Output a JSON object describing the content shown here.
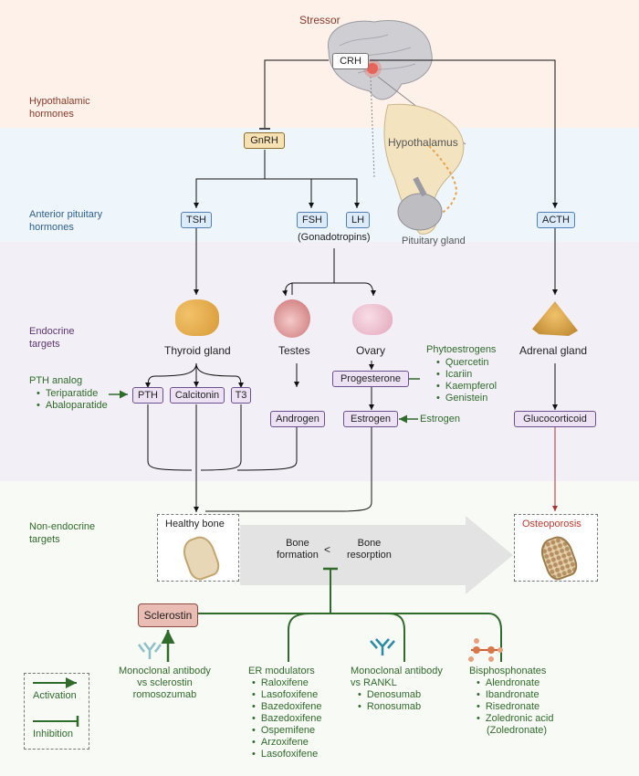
{
  "levels": {
    "hypothalamic": "Hypothalamic\nhormones",
    "pituitary": "Anterior pituitary\nhormones",
    "endocrine": "Endocrine\ntargets",
    "nonendocrine": "Non-endocrine\ntargets"
  },
  "top": {
    "stressor": "Stressor",
    "crh": "CRH",
    "hypothalamus": "Hypothalamus",
    "pituitary_gland": "Pituitary gland"
  },
  "hormones": {
    "gnrh": "GnRH",
    "tsh": "TSH",
    "fsh": "FSH",
    "lh": "LH",
    "gonadotropins": "(Gonadotropins)",
    "acth": "ACTH"
  },
  "organs": {
    "thyroid": "Thyroid gland",
    "testes": "Testes",
    "ovary": "Ovary",
    "adrenal": "Adrenal gland"
  },
  "products": {
    "pth": "PTH",
    "calcitonin": "Calcitonin",
    "t3": "T3",
    "androgen": "Androgen",
    "progesterone": "Progesterone",
    "estrogen": "Estrogen",
    "glucocorticoid": "Glucocorticoid"
  },
  "pth_analog": {
    "title": "PTH analog",
    "items": [
      "Teriparatide",
      "Abaloparatide"
    ]
  },
  "phytoestrogens": {
    "title": "Phytoestrogens",
    "items": [
      "Quercetin",
      "Icariin",
      "Kaempferol",
      "Genistein"
    ]
  },
  "estrogen_label": "Estrogen",
  "bone": {
    "healthy": "Healthy bone",
    "osteoporosis": "Osteoporosis",
    "formation": "Bone\nformation",
    "lt": "<",
    "resorption": "Bone\nresorption"
  },
  "sclerostin": "Sclerostin",
  "drugs": {
    "mab_sclerostin": "Monoclonal antibody\nvs sclerostin\nromosozumab",
    "er_title": "ER modulators",
    "er_items": [
      "Raloxifene",
      "Lasofoxifene",
      "Bazedoxifene",
      "Bazedoxifene",
      "Ospemifene",
      "Arzoxifene",
      "Lasofoxifene"
    ],
    "mab_rankl_title": "Monoclonal antibody\nvs RANKL",
    "mab_rankl_items": [
      "Denosumab",
      "Ronosumab"
    ],
    "bis_title": "Bisphosphonates",
    "bis_items": [
      "Alendronate",
      "Ibandronate",
      "Risedronate",
      "Zoledronic acid",
      "(Zoledronate)"
    ]
  },
  "legend": {
    "activation": "Activation",
    "inhibition": "Inhibition"
  },
  "colors": {
    "green": "#2f6b2a",
    "brown": "#8a3a2a",
    "blue_text": "#2d5f8f",
    "purple_text": "#5b3470",
    "red": "#c0392b"
  }
}
